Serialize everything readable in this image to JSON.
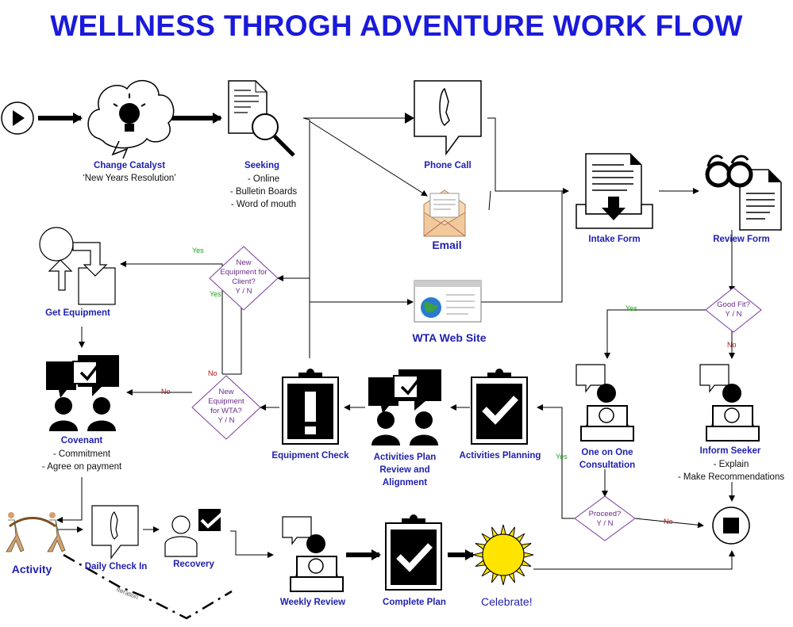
{
  "title": "WELLNESS THROGH ADVENTURE WORK FLOW",
  "nodes": {
    "change_catalyst": {
      "label": "Change Catalyst",
      "sub": "‘New Years Resolution’"
    },
    "seeking": {
      "label": "Seeking",
      "items": [
        "- Online",
        "- Bulletin Boards",
        "- Word of mouth"
      ]
    },
    "phone_call": {
      "label": "Phone Call"
    },
    "email": {
      "label": "Email"
    },
    "wta_web_site": {
      "label": "WTA Web Site"
    },
    "intake_form": {
      "label": "Intake Form"
    },
    "review_form": {
      "label": "Review Form"
    },
    "get_equipment": {
      "label": "Get Equipment"
    },
    "covenant": {
      "label": "Covenant",
      "items": [
        "- Commitment",
        "- Agree on payment"
      ]
    },
    "equipment_check": {
      "label": "Equipment Check"
    },
    "activities_plan_review": {
      "label_lines": [
        "Activities Plan",
        "Review and",
        "Alignment"
      ]
    },
    "activities_planning": {
      "label": "Activities Planning"
    },
    "one_on_one": {
      "label_lines": [
        "One on One",
        "Consultation"
      ]
    },
    "inform_seeker": {
      "label": "Inform Seeker",
      "items": [
        "- Explain",
        "- Make Recommendations"
      ]
    },
    "activity": {
      "label": "Activity"
    },
    "daily_check_in": {
      "label": "Daily Check In"
    },
    "recovery": {
      "label": "Recovery"
    },
    "weekly_review": {
      "label": "Weekly Review"
    },
    "complete_plan": {
      "label": "Complete Plan"
    },
    "celebrate": {
      "label": "Celebrate!"
    }
  },
  "decisions": {
    "new_equipment_client": {
      "lines": [
        "New",
        "Equipment for",
        "Client?",
        "Y / N"
      ]
    },
    "new_equipment_wta": {
      "lines": [
        "New",
        "Equipment",
        "for WTA?",
        "Y / N"
      ]
    },
    "good_fit": {
      "lines": [
        "Good Fit?",
        "Y / N"
      ]
    },
    "proceed": {
      "lines": [
        "Proceed?",
        "Y / N"
      ]
    }
  },
  "edge_labels": {
    "yes": "Yes",
    "no": "No",
    "iteration": "Iteration"
  },
  "colors": {
    "title": "#1a1adb",
    "label": "#1f1fb0",
    "decision_border": "#7a3a9a",
    "decision_text": "#6a2a8a",
    "yes": "#1c9a1c",
    "no": "#b01010",
    "sun": "#ffe400"
  }
}
